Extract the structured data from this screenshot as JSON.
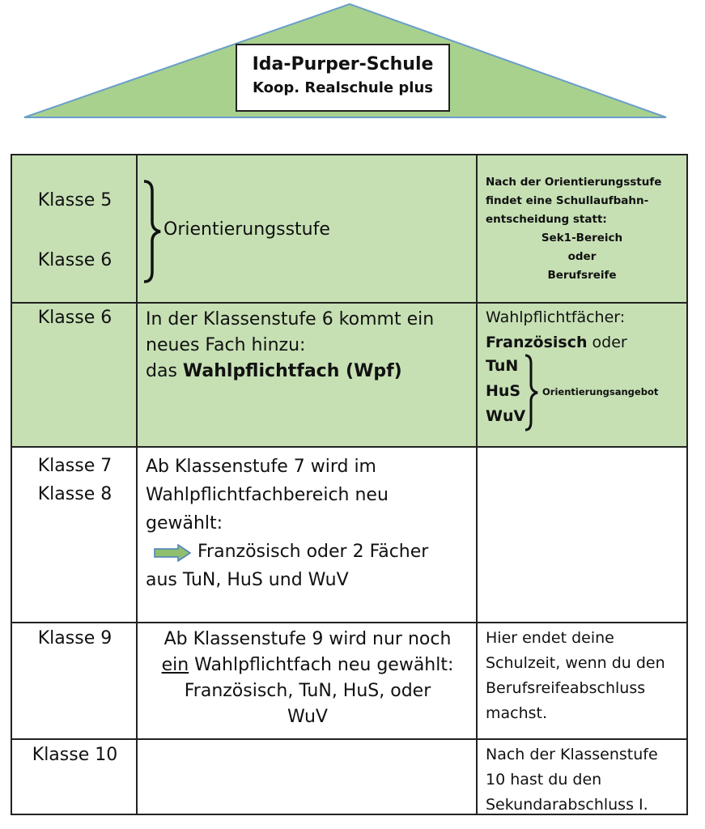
{
  "header": {
    "title": "Ida-Purper-Schule",
    "subtitle": "Koop. Realschule plus"
  },
  "colors": {
    "roof": "#a9d18e",
    "green_cell": "#c6e0b4",
    "arrow": "#8fbf6e"
  },
  "rows": {
    "r1": {
      "class_a": "Klasse 5",
      "class_b": "Klasse 6",
      "brace_label": "Orientierungsstufe",
      "note_lines": [
        "Nach der Orientierungsstufe",
        "findet eine Schullaufbahn-",
        "entscheidung statt:"
      ],
      "note_center": [
        "Sek1-Bereich",
        "oder",
        "Berufsreife"
      ]
    },
    "r2": {
      "class": "Klasse 6",
      "line1": "In der Klassenstufe 6 kommt ein",
      "line2": "neues Fach hinzu:",
      "line3_prefix": "das ",
      "line3_bold": "Wahlpflichtfach (Wpf)",
      "wpf_title": "Wahlpflichtfächer:",
      "wpf_french": "Französisch",
      "wpf_or": " oder",
      "subjects": [
        "TuN",
        "HuS",
        "WuV"
      ],
      "brace_label": "Orientierungsangebot"
    },
    "r3": {
      "class_a": "Klasse 7",
      "class_b": "Klasse 8",
      "line1": "Ab Klassenstufe 7 wird im",
      "line2": "Wahlpflichtfachbereich neu",
      "line3": "gewählt:",
      "arrow_text": "Französisch oder 2 Fächer",
      "line5": "aus TuN, HuS und WuV"
    },
    "r4": {
      "class": "Klasse 9",
      "line1": "Ab Klassenstufe 9 wird nur noch",
      "line2_u": "ein",
      "line2_rest": " Wahlpflichtfach neu gewählt:",
      "line3": "Französisch, TuN, HuS, oder",
      "line4": "WuV",
      "note": [
        "Hier endet deine",
        "Schulzeit, wenn du den",
        "Berufsreifeabschluss",
        "machst."
      ]
    },
    "r5": {
      "class": "Klasse 10",
      "note": [
        "Nach der Klassenstufe",
        "10 hast du den",
        "Sekundarabschluss I."
      ]
    }
  }
}
